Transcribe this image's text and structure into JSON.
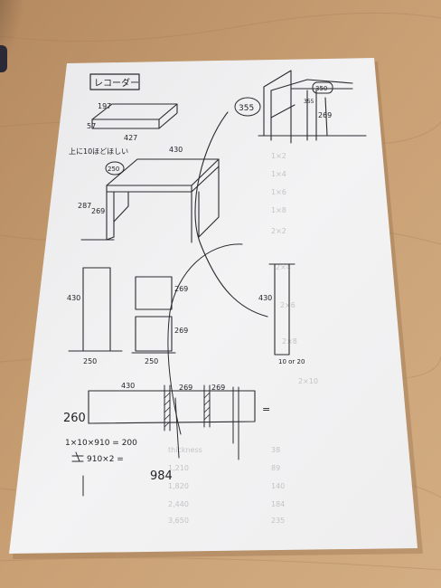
{
  "sheet": {
    "title_box": "レコーダー",
    "top_board": {
      "w": "197",
      "h": "57",
      "d": "427"
    },
    "note": "上に10ほどほしい",
    "table_labels": {
      "top": "430",
      "left": "250",
      "leg_h1": "287",
      "leg_h2": "269"
    },
    "corner": {
      "circle": "355",
      "top": "350",
      "side": "355",
      "right": "269"
    },
    "parts": {
      "big_side": {
        "h": "430",
        "w": "250"
      },
      "shelf_a": "269",
      "shelf_b": "269",
      "small_w": "250",
      "right_side": {
        "h": "430",
        "w": "10 or 20"
      }
    },
    "cut": {
      "left": "260",
      "top1": "430",
      "top2": "269",
      "top3": "269",
      "eq": "="
    },
    "calc": {
      "line1": "1×10×910 = 200",
      "line2": "910×2 =",
      "result": "984"
    }
  }
}
